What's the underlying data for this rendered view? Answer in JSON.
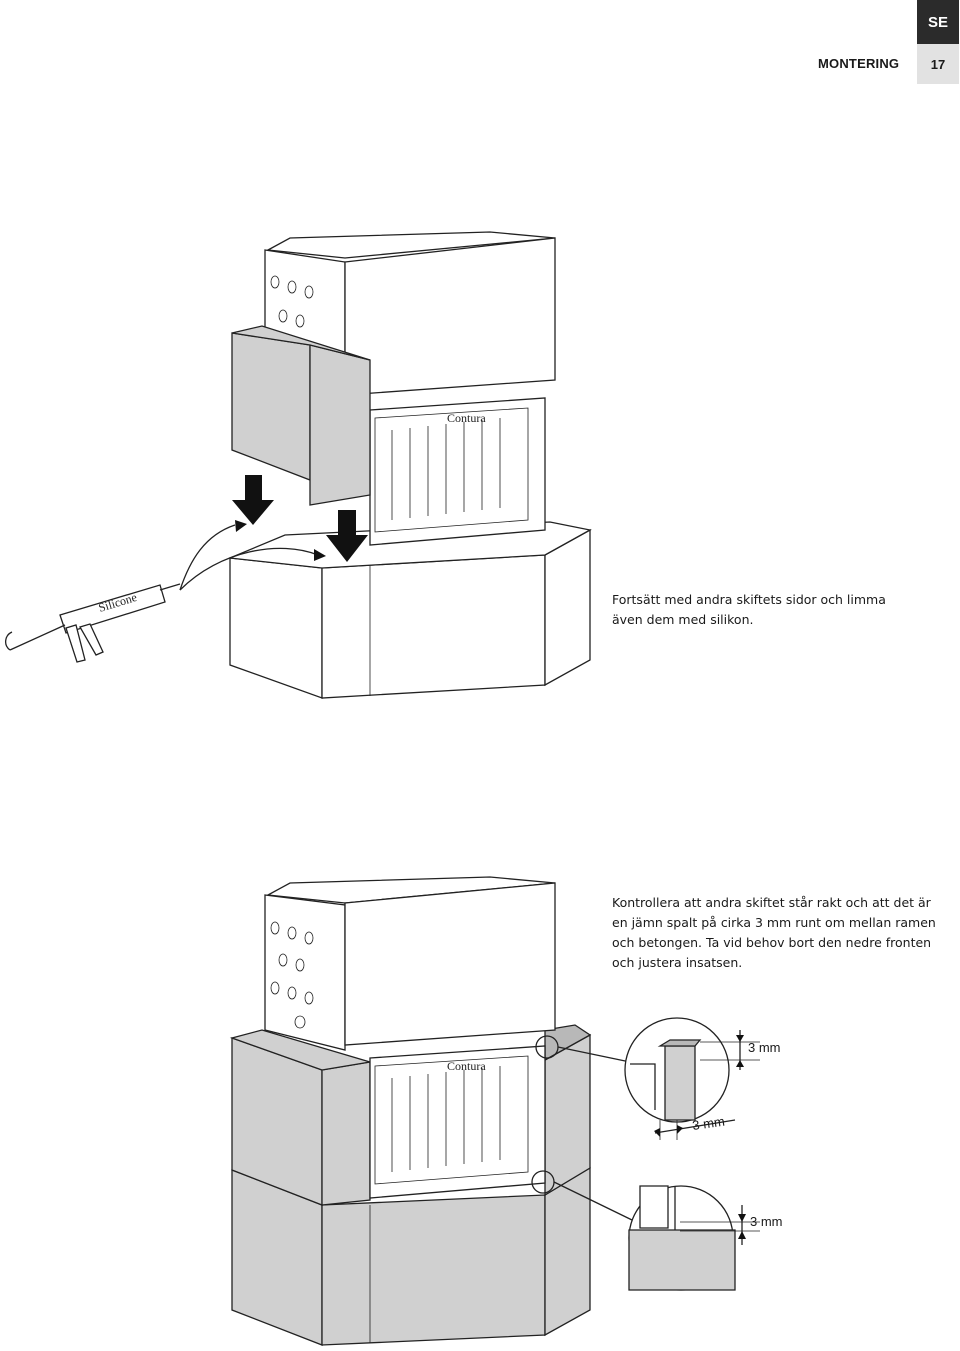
{
  "header": {
    "section_title": "MONTERING",
    "language_code": "SE",
    "page_number": "17"
  },
  "figure1": {
    "caption": "Fortsätt med andra skiftets sidor och limma\näven dem med silikon.",
    "tube_label": "Silicone",
    "brand_mark": "Contura"
  },
  "figure2": {
    "caption": "Kontrollera att andra skiftet står rakt och att det är\nen jämn spalt på cirka 3 mm runt om mellan ramen\noch betongen. Ta vid behov bort den nedre fronten\noch justera insatsen.",
    "brand_mark": "Contura",
    "detail_top_dimension": "3 mm",
    "detail_mid_dimension": "3 mm",
    "detail_bottom_dimension": "3 mm"
  },
  "colors": {
    "concrete_gray": "#d0d0d0",
    "tab_dark": "#2b2b2b",
    "tab_light": "#e2e2e2"
  }
}
